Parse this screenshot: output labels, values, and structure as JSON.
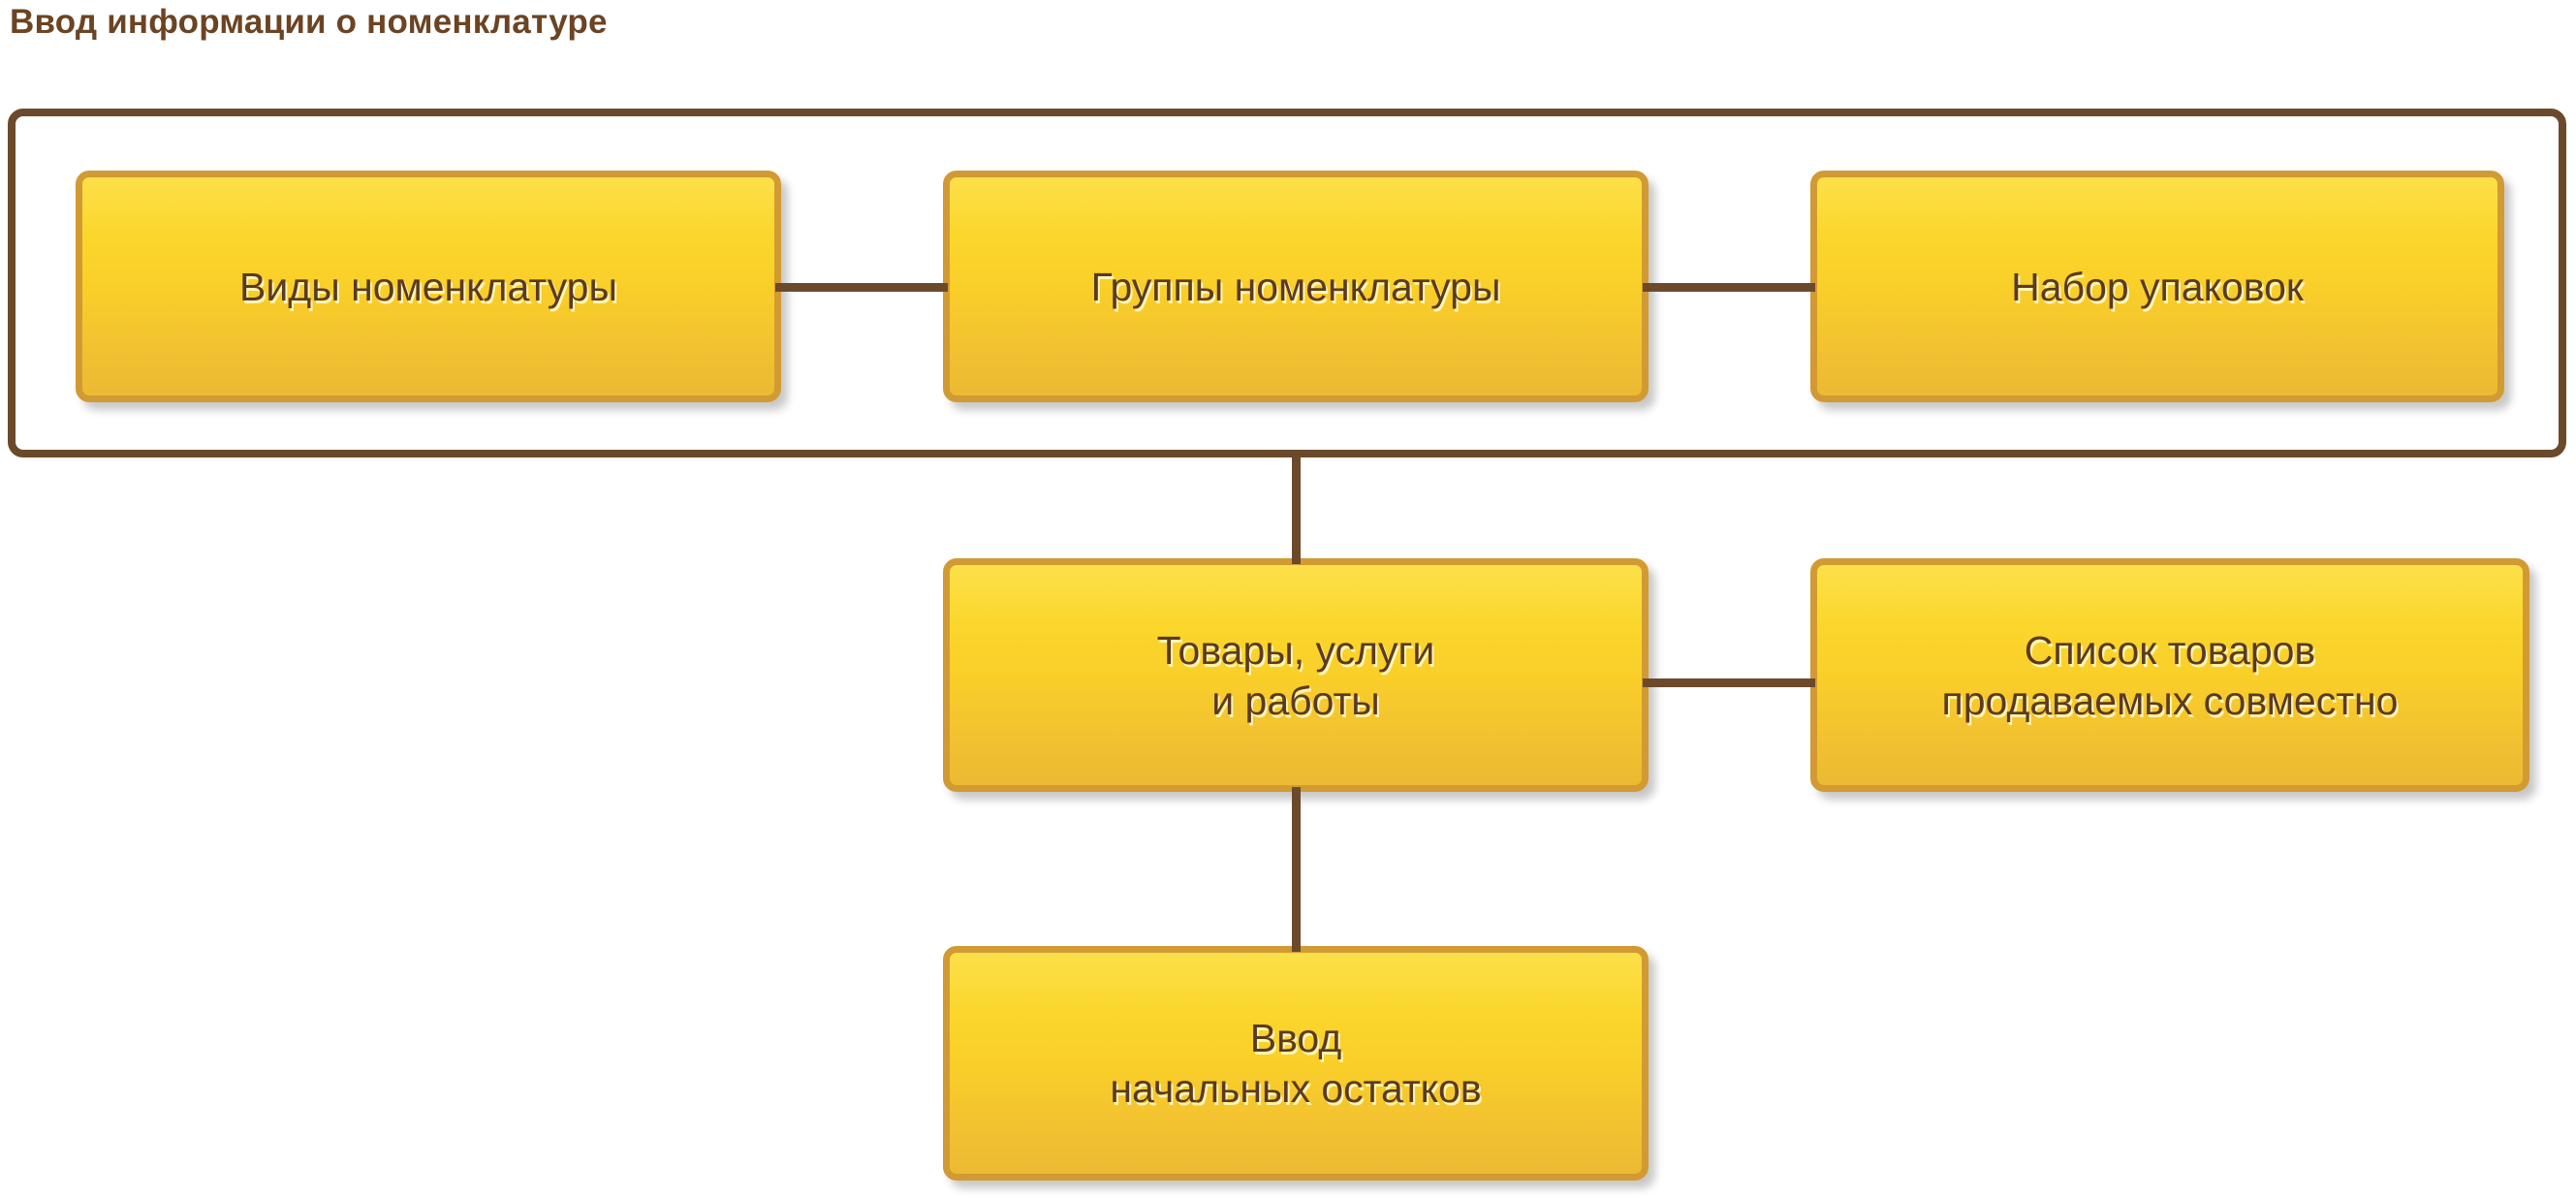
{
  "title": "Ввод информации о номенклатуре",
  "diagram": {
    "type": "flowchart",
    "group_label": "",
    "nodes": [
      {
        "id": "vidy",
        "label": "Виды номенклатуры",
        "row": 1,
        "col": 1
      },
      {
        "id": "gruppy",
        "label": "Группы номенклатуры",
        "row": 1,
        "col": 2
      },
      {
        "id": "nabor",
        "label": "Набор упаковок",
        "row": 1,
        "col": 3
      },
      {
        "id": "tovary",
        "label": "Товары, услуги\nи работы",
        "row": 2,
        "col": 2
      },
      {
        "id": "spisok",
        "label": "Список товаров\nпродаваемых совместно",
        "row": 2,
        "col": 3
      },
      {
        "id": "vvod",
        "label": "Ввод\nначальных остатков",
        "row": 3,
        "col": 2
      }
    ],
    "connections": [
      {
        "from": "vidy",
        "to": "gruppy",
        "orientation": "horizontal"
      },
      {
        "from": "gruppy",
        "to": "nabor",
        "orientation": "horizontal"
      },
      {
        "from": "group",
        "to": "tovary",
        "orientation": "vertical"
      },
      {
        "from": "tovary",
        "to": "spisok",
        "orientation": "horizontal"
      },
      {
        "from": "tovary",
        "to": "vvod",
        "orientation": "vertical"
      }
    ],
    "colors": {
      "title_text": "#6B4423",
      "frame_border": "#6B4A2B",
      "node_border": "#D29A33",
      "node_fill_top": "#FCE04A",
      "node_fill_bottom": "#EBBA33",
      "node_text": "#5B3A22",
      "connector": "#6B4A2B",
      "background": "#FFFFFF"
    }
  }
}
